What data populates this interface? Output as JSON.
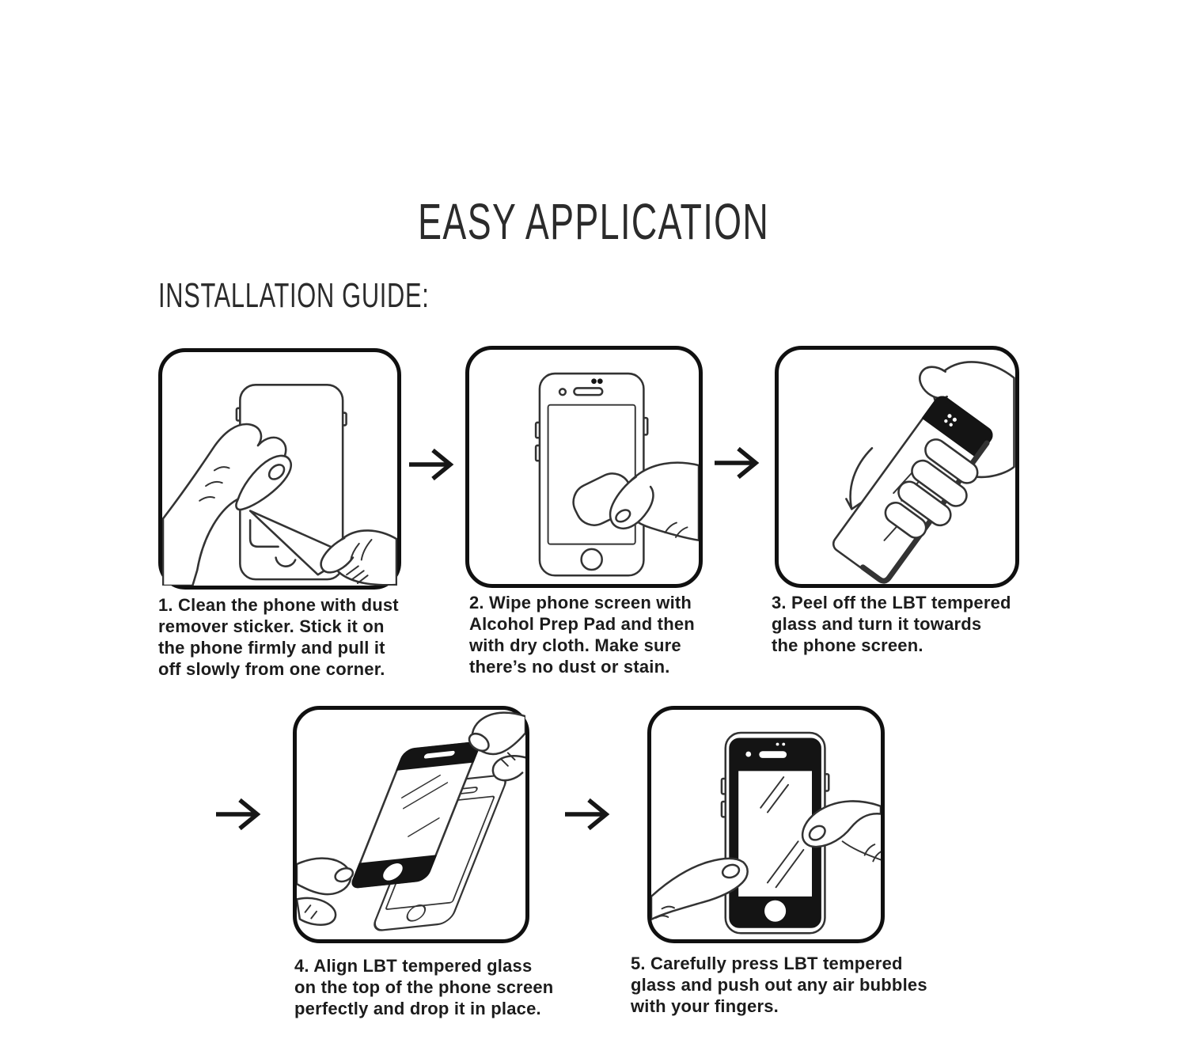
{
  "header": {
    "title": "EASY APPLICATION",
    "subtitle": "INSTALLATION GUIDE:"
  },
  "steps": [
    {
      "caption": "1. Clean the phone with dust\nremover sticker. Stick it on\nthe phone firmly and pull it\noff slowly from one corner.",
      "illustration": "hand-peeling-dust-remover-sticker-from-phone"
    },
    {
      "caption": "2. Wipe phone screen with\nAlcohol Prep Pad and then\nwith dry cloth. Make sure\nthere’s no dust or stain.",
      "illustration": "hand-wiping-phone-screen-with-pad"
    },
    {
      "caption": "3. Peel off the LBT tempered\nglass and turn it towards\nthe phone screen.",
      "illustration": "hand-holding-tempered-glass-turning-toward-screen"
    },
    {
      "caption": "4. Align LBT tempered glass\non the top of the phone screen\nperfectly and drop it in place.",
      "illustration": "aligning-tempered-glass-over-phone"
    },
    {
      "caption": "5. Carefully press LBT tempered\nglass and push out any air bubbles\nwith your fingers.",
      "illustration": "thumbs-pressing-tempered-glass-on-phone"
    }
  ],
  "colors": {
    "background": "#ffffff",
    "ink": "#1c1c1c",
    "line_art": "#333333",
    "box_border": "#101010"
  }
}
